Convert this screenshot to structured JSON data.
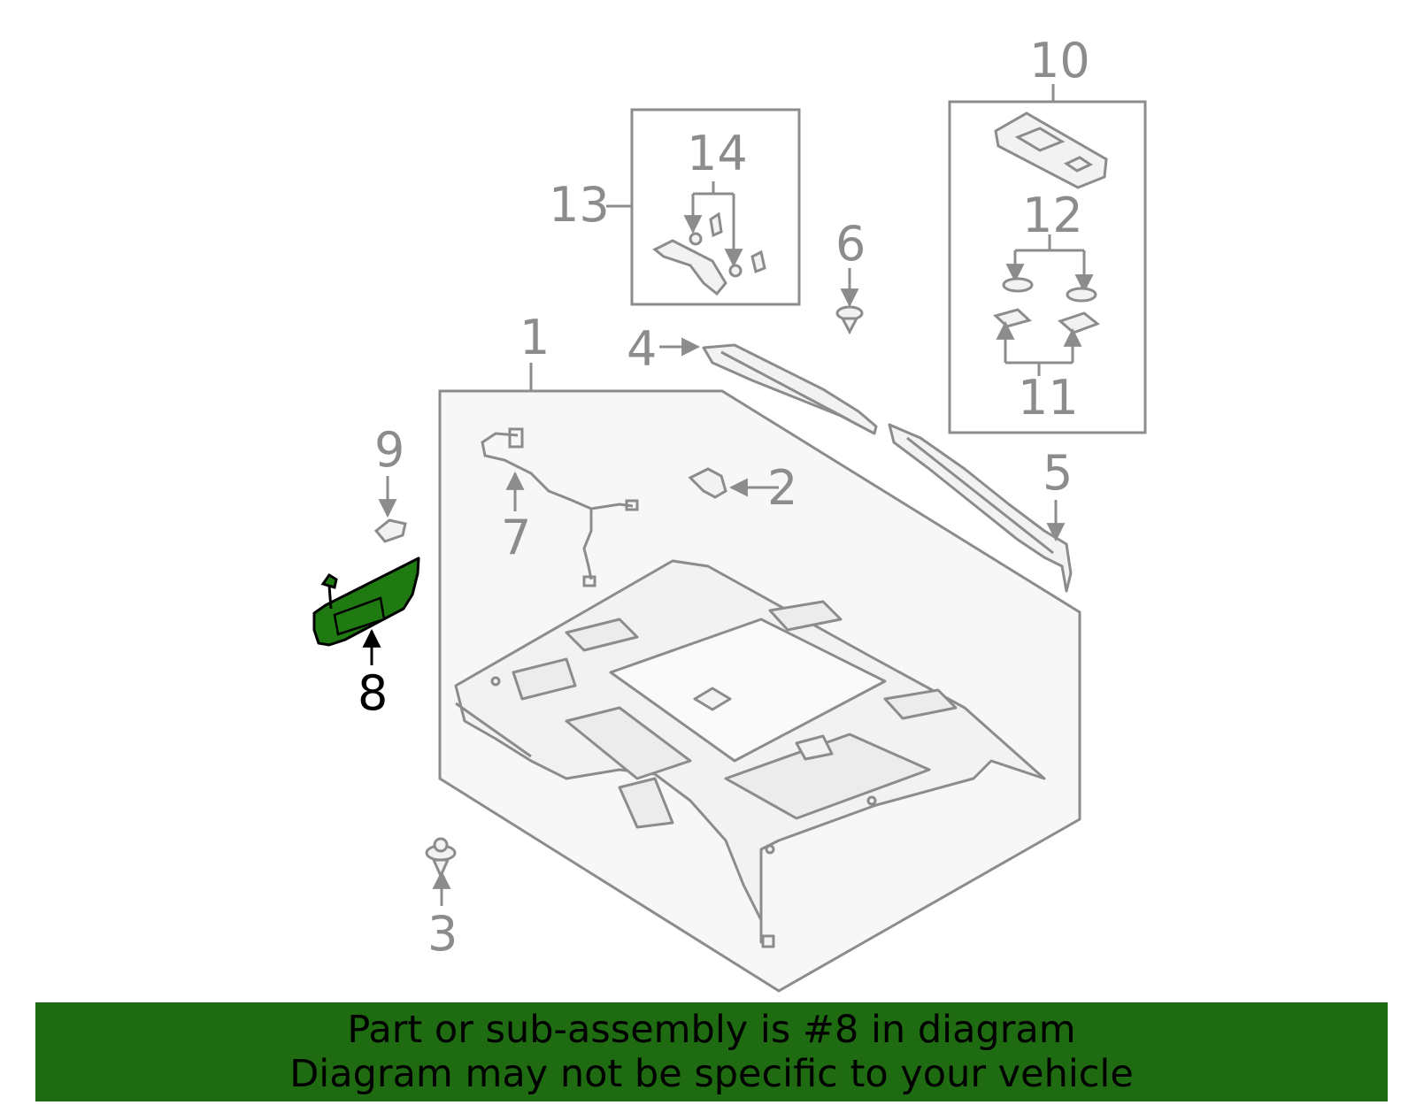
{
  "callouts": {
    "c1": "1",
    "c2": "2",
    "c3": "3",
    "c4": "4",
    "c5": "5",
    "c6": "6",
    "c7": "7",
    "c8": "8",
    "c9": "9",
    "c10": "10",
    "c11": "11",
    "c12": "12",
    "c13": "13",
    "c14": "14"
  },
  "highlighted_part": "8",
  "colors": {
    "line": "#8c8c8c",
    "highlight_fill": "#1f7a12",
    "highlight_line": "#000000",
    "banner": "#1f6b12"
  },
  "banner": {
    "line1": "Part or sub-assembly is #8 in diagram",
    "line2": "Diagram may not be specific to your vehicle"
  }
}
